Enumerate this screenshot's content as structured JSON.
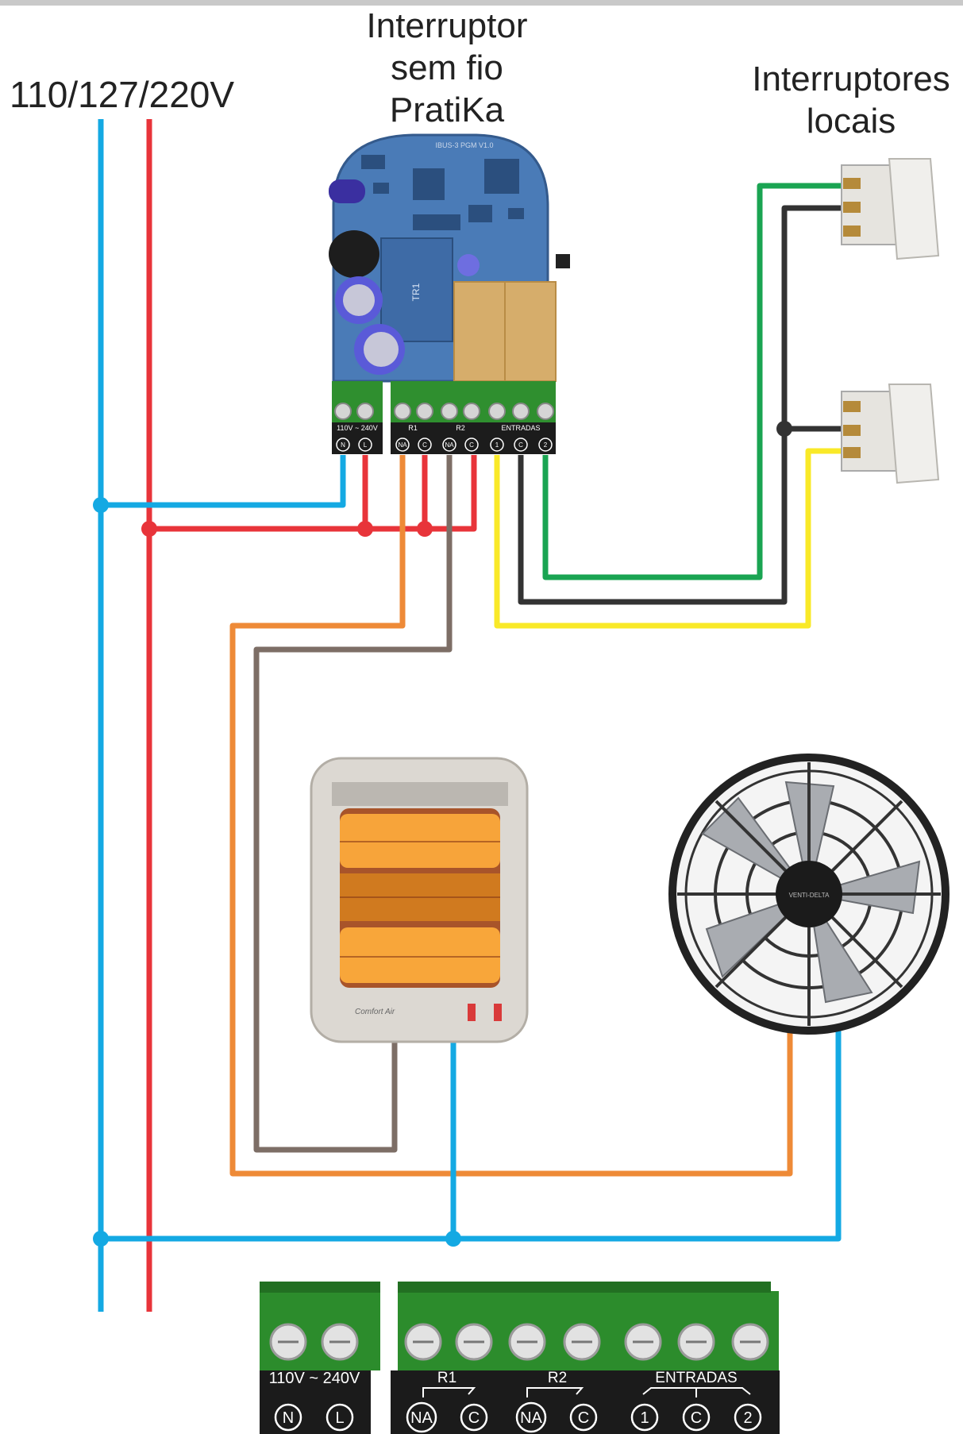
{
  "labels": {
    "supply": "110/127/220V",
    "device_title_line1": "Interruptor",
    "device_title_line2": "sem fio",
    "device_title_line3": "PratiKa",
    "local_switches_line1": "Interruptores",
    "local_switches_line2": "locais"
  },
  "terminal": {
    "power_label": "110V ~ 240V",
    "r1_label": "R1",
    "r2_label": "R2",
    "inputs_label": "ENTRADAS",
    "pins": [
      "N",
      "L",
      "NA",
      "C",
      "NA",
      "C",
      "1",
      "C",
      "2"
    ]
  },
  "board": {
    "version_text": "IBUS-3 PGM V1.0",
    "tr1_label": "TR1"
  },
  "heater": {
    "brand_text": "Comfort Air"
  },
  "fan": {
    "center_text": "VENTI-DELTA"
  },
  "wire_colors": {
    "neutral": "#14a9e3",
    "live": "#e8343a",
    "orange": "#ee8a37",
    "brown": "#7d6e66",
    "green": "#1aa452",
    "black": "#333333",
    "yellow": "#f9e928"
  }
}
